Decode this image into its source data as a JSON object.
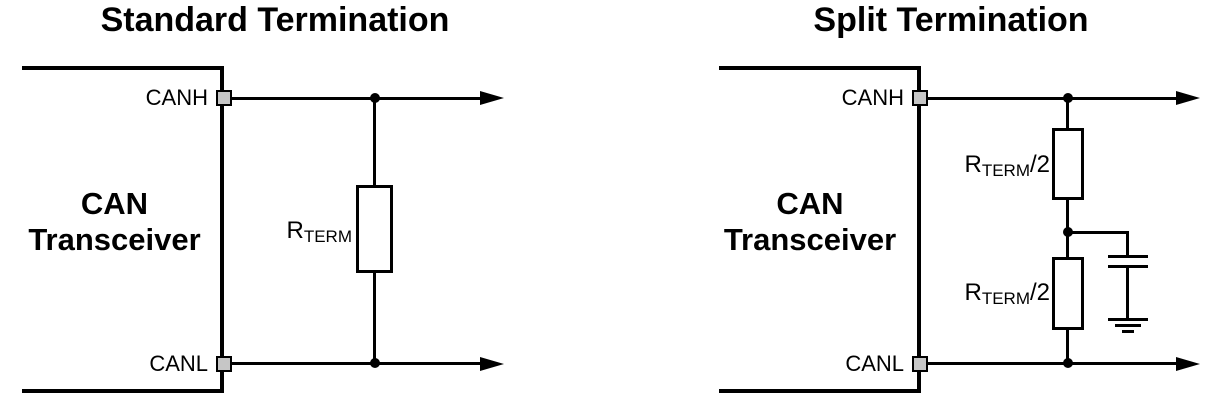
{
  "figure": {
    "description": "CAN bus termination schemes comparison diagram"
  },
  "panels": {
    "left": {
      "title": "Standard Termination",
      "transceiver": {
        "line1": "CAN",
        "line2": "Transceiver"
      },
      "pins": {
        "high": "CANH",
        "low": "CANL"
      },
      "resistor": {
        "base": "R",
        "sub": "TERM",
        "suffix": ""
      }
    },
    "right": {
      "title": "Split Termination",
      "transceiver": {
        "line1": "CAN",
        "line2": "Transceiver"
      },
      "pins": {
        "high": "CANH",
        "low": "CANL"
      },
      "resistor_top": {
        "base": "R",
        "sub": "TERM",
        "suffix": "/2"
      },
      "resistor_bottom": {
        "base": "R",
        "sub": "TERM",
        "suffix": "/2"
      }
    }
  },
  "colors": {
    "line": "#000000",
    "pin-fill": "#c6c6c6",
    "component-fill": "#ffffff",
    "background": "#ffffff"
  }
}
